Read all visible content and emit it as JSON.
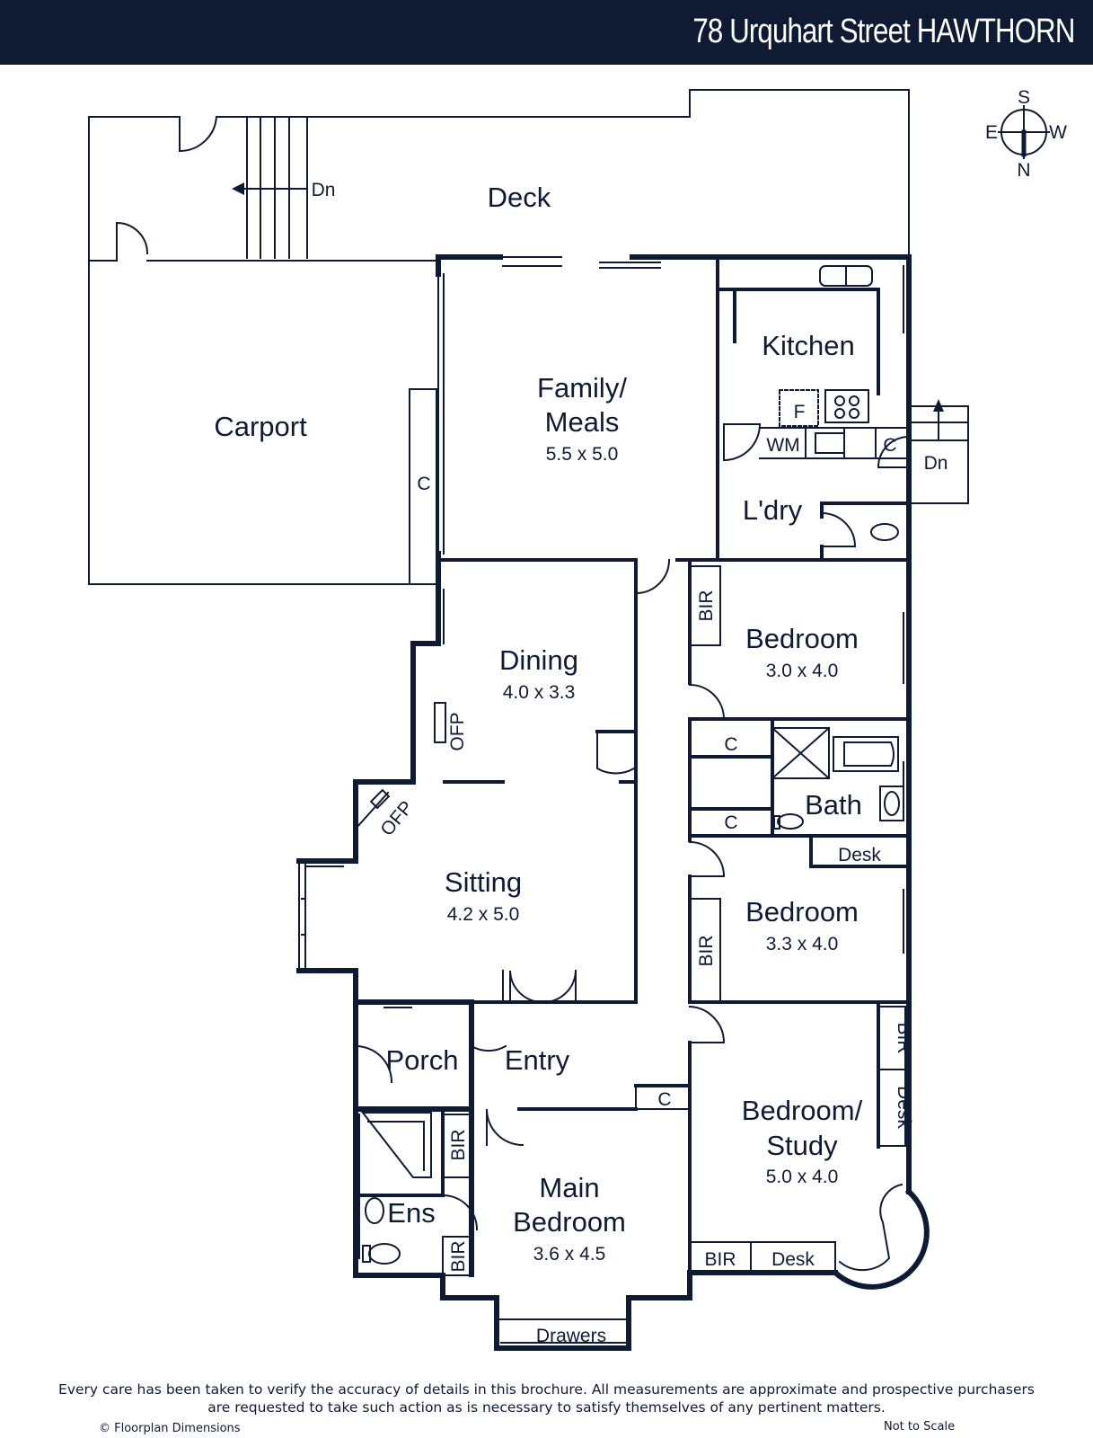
{
  "header": {
    "title": "78 Urquhart Street HAWTHORN"
  },
  "compass": {
    "n": "N",
    "s": "S",
    "e": "E",
    "w": "W"
  },
  "rooms": {
    "deck": {
      "name": "Deck"
    },
    "carport": {
      "name": "Carport"
    },
    "family": {
      "name_line1": "Family/",
      "name_line2": "Meals",
      "dims": "5.5 x 5.0"
    },
    "kitchen": {
      "name": "Kitchen"
    },
    "laundry": {
      "name": "L'dry"
    },
    "dining": {
      "name": "Dining",
      "dims": "4.0 x 3.3"
    },
    "sitting": {
      "name": "Sitting",
      "dims": "4.2 x 5.0"
    },
    "bedroom1": {
      "name": "Bedroom",
      "dims": "3.0 x 4.0"
    },
    "bath": {
      "name": "Bath"
    },
    "bedroom2": {
      "name": "Bedroom",
      "dims": "3.3 x 4.0"
    },
    "study": {
      "name_line1": "Bedroom/",
      "name_line2": "Study",
      "dims": "5.0 x 4.0"
    },
    "porch": {
      "name": "Porch"
    },
    "entry": {
      "name": "Entry"
    },
    "ensuite": {
      "name": "Ens"
    },
    "main_bedroom": {
      "name_line1": "Main",
      "name_line2": "Bedroom",
      "dims": "3.6 x 4.5"
    }
  },
  "labels": {
    "stairs_dn_deck": "Dn",
    "stairs_dn_side": "Dn",
    "cupboard": "C",
    "fridge": "F",
    "washing_machine": "WM",
    "bir": "BIR",
    "ofp": "OFP",
    "desk": "Desk",
    "drawers": "Drawers"
  },
  "footer": {
    "disclaimer_line1": "Every care has been taken to verify the accuracy of details in this brochure. All measurements are approximate and prospective purchasers",
    "disclaimer_line2": "are requested to take such action as is necessary to satisfy themselves of any pertinent matters.",
    "credit": "© Floorplan Dimensions",
    "scale_note": "Not to Scale"
  }
}
